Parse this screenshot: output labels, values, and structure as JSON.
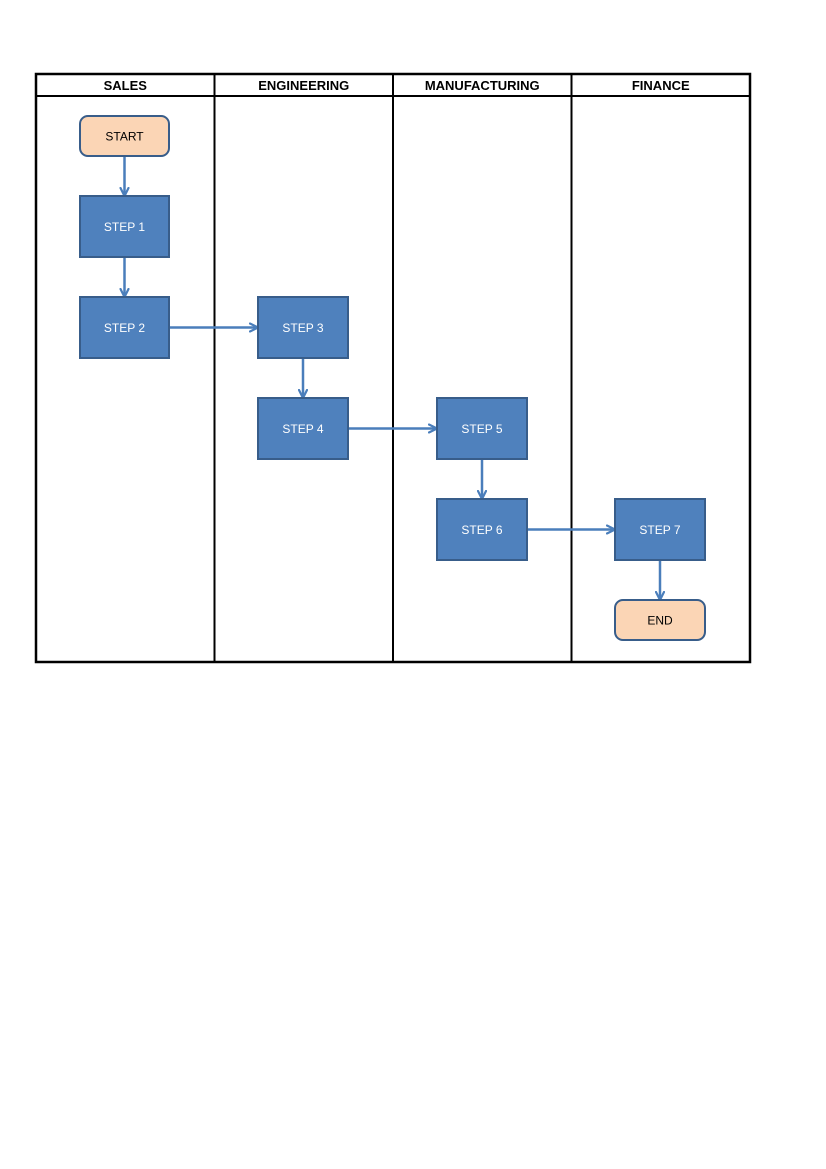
{
  "lanes": [
    "SALES",
    "ENGINEERING",
    "MANUFACTURING",
    "FINANCE"
  ],
  "nodes": {
    "start": {
      "label": "START",
      "kind": "terminal"
    },
    "step1": {
      "label": "STEP 1",
      "kind": "process"
    },
    "step2": {
      "label": "STEP 2",
      "kind": "process"
    },
    "step3": {
      "label": "STEP 3",
      "kind": "process"
    },
    "step4": {
      "label": "STEP 4",
      "kind": "process"
    },
    "step5": {
      "label": "STEP 5",
      "kind": "process"
    },
    "step6": {
      "label": "STEP 6",
      "kind": "process"
    },
    "step7": {
      "label": "STEP 7",
      "kind": "process"
    },
    "end": {
      "label": "END",
      "kind": "terminal"
    }
  },
  "edges": [
    [
      "start",
      "step1"
    ],
    [
      "step1",
      "step2"
    ],
    [
      "step2",
      "step3"
    ],
    [
      "step3",
      "step4"
    ],
    [
      "step4",
      "step5"
    ],
    [
      "step5",
      "step6"
    ],
    [
      "step6",
      "step7"
    ],
    [
      "step7",
      "end"
    ]
  ],
  "colors": {
    "process_fill": "#4f81bd",
    "process_stroke": "#385d8a",
    "terminal_fill": "#fbd5b5",
    "terminal_stroke": "#385d8a",
    "connector": "#4a7ebb",
    "border": "#000000"
  }
}
